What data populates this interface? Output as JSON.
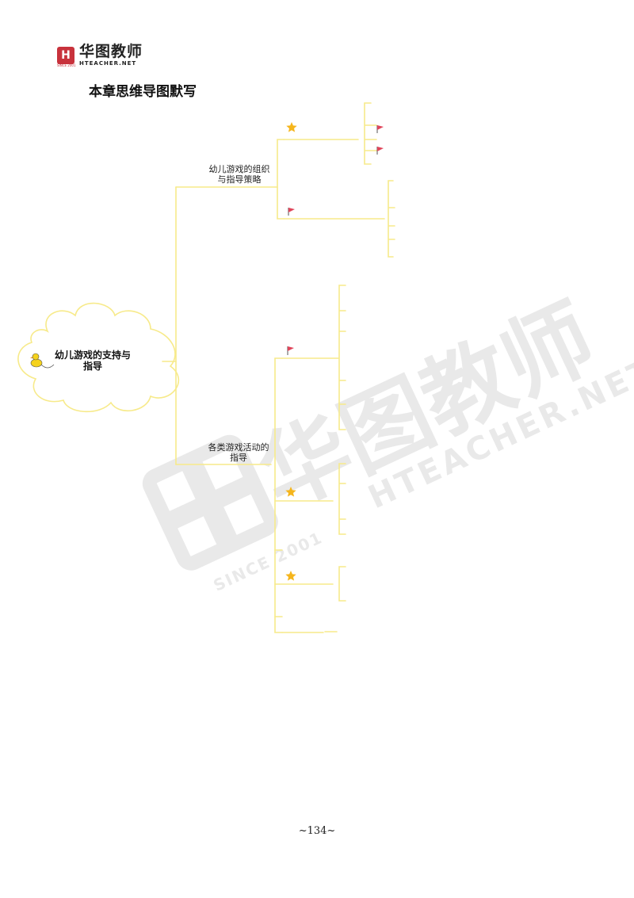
{
  "header": {
    "logo_mark": "H",
    "brand_name": "华图教师",
    "brand_domain": "HTEACHER.NET",
    "logo_since": "SINCE 2001"
  },
  "page_title": "本章思维导图默写",
  "mind_map": {
    "root_line1": "幼儿游戏的支持与",
    "root_line2": "指导",
    "branch1_line1": "幼儿游戏的组织",
    "branch1_line2": "与指导策略",
    "branch2_line1": "各类游戏活动的",
    "branch2_line2": "指导"
  },
  "watermark": {
    "brand": "华图教师",
    "domain": "HTEACHER.NET",
    "since": "SINCE 2001"
  },
  "colors": {
    "connector": "#f7ea8a",
    "cloud": "#f7ea8a",
    "flag": "#e0455a",
    "star": "#f5b51c",
    "brand_red": "#c8323c",
    "watermark": "#e9e9e9"
  },
  "page_number": "~134~"
}
